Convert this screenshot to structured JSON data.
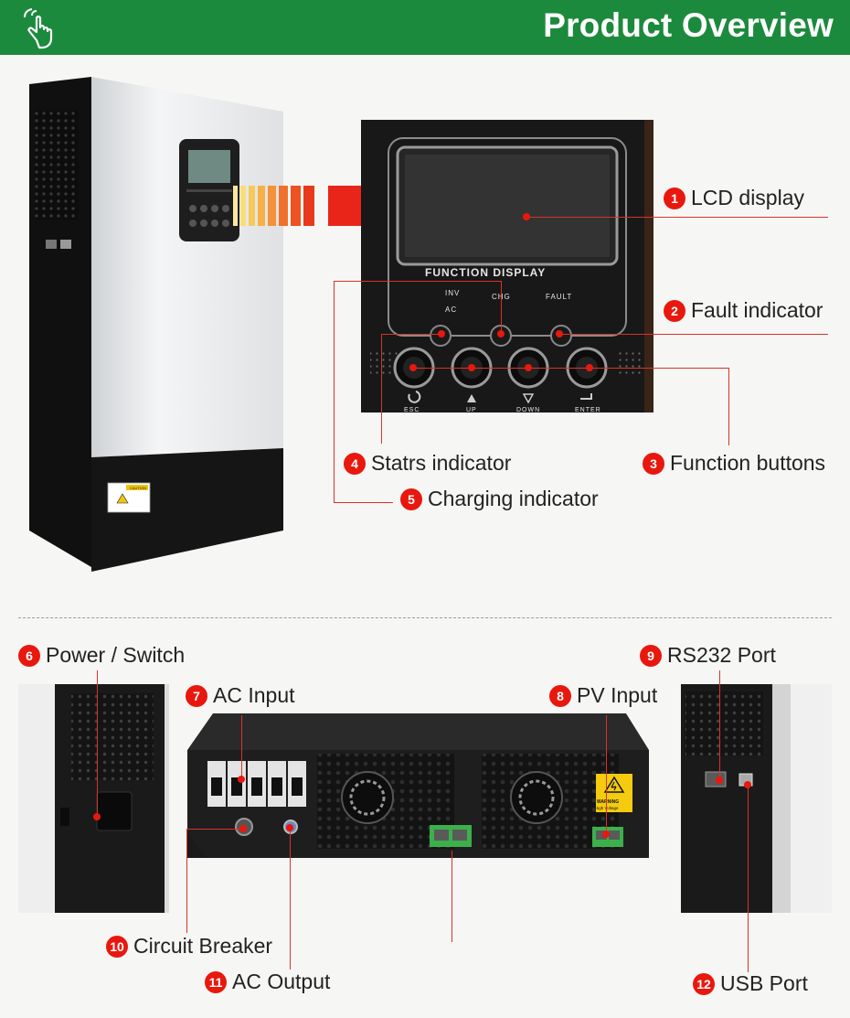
{
  "header": {
    "title": "Product Overview",
    "icon": "hand-pointer-icon",
    "background": "#1c8a3c"
  },
  "panel": {
    "function_display": "FUNCTION DISPLAY",
    "led_inv": "INV",
    "led_ac": "AC",
    "led_chg": "CHG",
    "led_fault": "FAULT",
    "buttons": [
      "ESC",
      "UP",
      "DOWN",
      "ENTER"
    ]
  },
  "callouts": [
    {
      "num": "1",
      "text": "LCD display"
    },
    {
      "num": "2",
      "text": "Fault indicator"
    },
    {
      "num": "3",
      "text": "Function buttons"
    },
    {
      "num": "4",
      "text": "Statrs indicator"
    },
    {
      "num": "5",
      "text": "Charging indicator"
    },
    {
      "num": "6",
      "text": "Power / Switch"
    },
    {
      "num": "7",
      "text": "AC Input"
    },
    {
      "num": "8",
      "text": "PV Input"
    },
    {
      "num": "9",
      "text": "RS232 Port"
    },
    {
      "num": "10",
      "text": "Circuit Breaker"
    },
    {
      "num": "11",
      "text": "AC Output"
    },
    {
      "num": "12",
      "text": "USB Port"
    }
  ],
  "warning_label": {
    "line1": "WARNING",
    "line2": "High Voltage"
  },
  "caution_label": "CAUTION",
  "accent": "#e8180e"
}
